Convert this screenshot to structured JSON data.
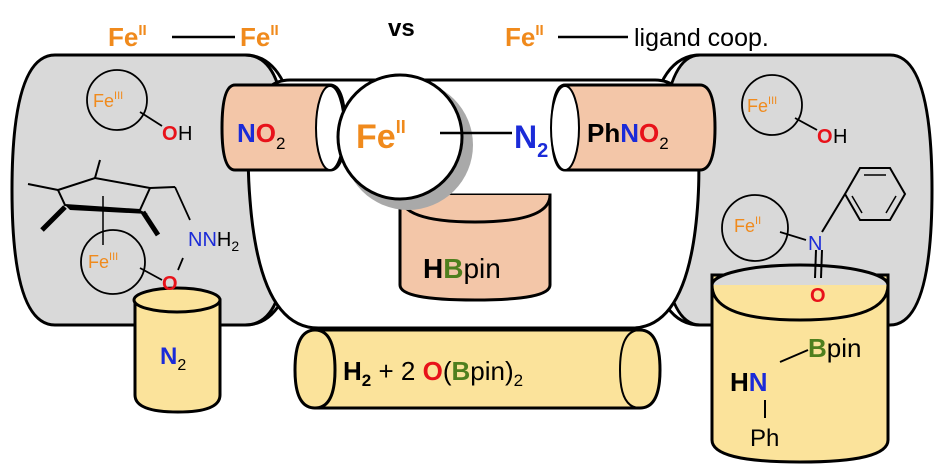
{
  "colors": {
    "fe_orange": "#F08A1C",
    "oxygen_red": "#E8121A",
    "nitrogen_blue": "#1B2BD8",
    "boron_green": "#4E7F1E",
    "gray_fill": "#D9D9D9",
    "salmon_fill": "#F3C6A8",
    "yellow_fill": "#FBE39B",
    "outline": "#000000"
  },
  "header": {
    "left_fe1": "Fe",
    "left_fe1_ox": "II",
    "left_fe2": "Fe",
    "left_fe2_ox": "II",
    "vs": "vs",
    "right_fe": "Fe",
    "right_fe_ox": "II",
    "right_text": "ligand coop."
  },
  "left_cylinder": {
    "fe_top": "Fe",
    "fe_top_ox": "III",
    "o_top": "O",
    "h_top": "H",
    "fe_bottom": "Fe",
    "fe_bottom_ox": "III",
    "nnh2_n": "NN",
    "nnh2_h": "H",
    "nnh2_sub": "2",
    "o_bottom": "O",
    "n2_pipe": "N",
    "n2_pipe_sub": "2"
  },
  "center": {
    "no2_n": "N",
    "no2_o": "O",
    "no2_sub": "2",
    "fe": "Fe",
    "fe_ox": "II",
    "n2": "N",
    "n2_sub": "2",
    "phno2_ph": "Ph",
    "phno2_n": "N",
    "phno2_o": "O",
    "phno2_sub": "2",
    "hbpin_h": "H",
    "hbpin_b": "B",
    "hbpin_pin": "pin",
    "bottom_h2": "H",
    "bottom_h2_sub": "2",
    "bottom_plus": " + 2 ",
    "bottom_o": "O",
    "bottom_paren_open": "(",
    "bottom_b": "B",
    "bottom_pin": "pin)",
    "bottom_sub": "2"
  },
  "right_cylinder": {
    "fe_top": "Fe",
    "fe_top_ox": "III",
    "o_top": "O",
    "h_top": "H",
    "fe_mid": "Fe",
    "fe_mid_ox": "II",
    "n_mid": "N",
    "o_bottom": "O",
    "bpin_b": "B",
    "bpin_pin": "pin",
    "hn_h": "H",
    "hn_n": "N",
    "ph": "Ph"
  }
}
